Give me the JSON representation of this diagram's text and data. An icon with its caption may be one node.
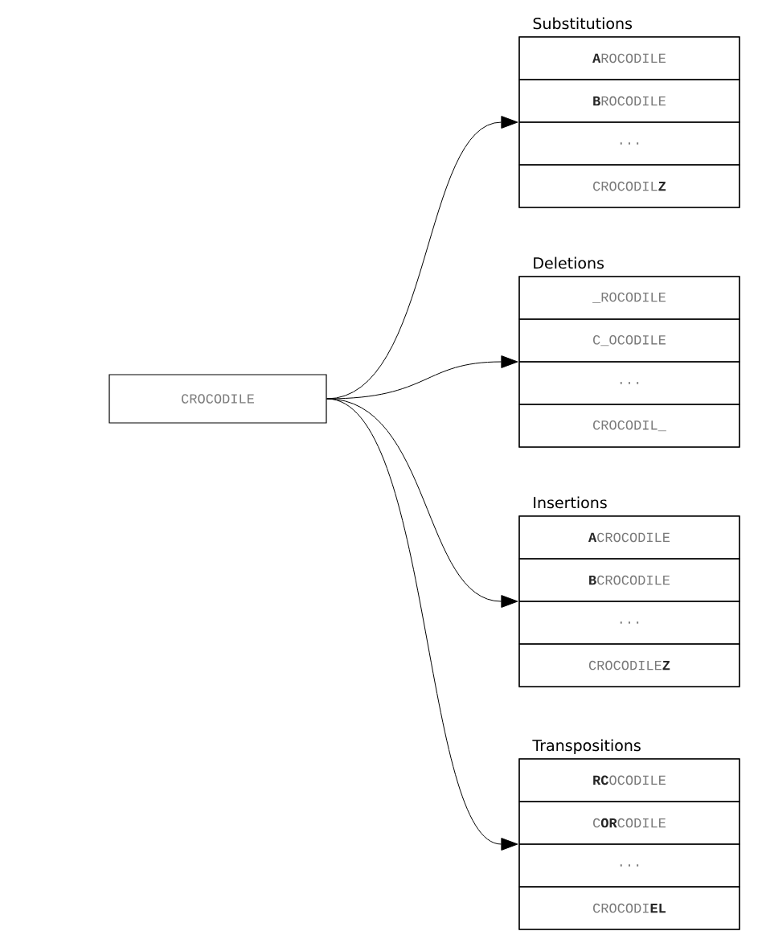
{
  "diagram": {
    "nodes": [
      {
        "text": [
          "CROCODILE"
        ]
      },
      {
        "text": [
          "Substitutions"
        ]
      },
      {
        "text": [
          "**A**ROCODILE"
        ],
        "in": 1
      },
      {
        "text": [
          "**B**ROCODILE"
        ],
        "in": 1
      },
      {
        "text": [
          "..."
        ],
        "in": 1
      },
      {
        "text": [
          "CROCODIL**Z**"
        ],
        "in": 1
      },
      {
        "text": [
          "Deletions"
        ]
      },
      {
        "text": [
          "_ROCODILE"
        ],
        "in": 6
      },
      {
        "text": [
          "C_OCODILE"
        ],
        "in": 6
      },
      {
        "text": [
          "..."
        ],
        "in": 6
      },
      {
        "text": [
          "CROCODIL_"
        ],
        "in": 6
      },
      {
        "text": [
          "Insertions"
        ]
      },
      {
        "text": [
          "**A**CROCODILE"
        ],
        "in": 11
      },
      {
        "text": [
          "**B**CROCODILE"
        ],
        "in": 11
      },
      {
        "text": [
          "..."
        ],
        "in": 11
      },
      {
        "text": [
          "CROCODILE**Z**"
        ],
        "in": 11
      },
      {
        "text": [
          "Transpositions"
        ]
      },
      {
        "text": [
          "**RC**OCODILE"
        ],
        "in": 16
      },
      {
        "text": [
          "C**OR**CODILE"
        ],
        "in": 16
      },
      {
        "text": [
          "..."
        ],
        "in": 16
      },
      {
        "text": [
          "CROCODI**EL**"
        ],
        "in": 16
      }
    ],
    "edges": [
      {
        "from": 0,
        "to": 1,
        "arrow": "to"
      },
      {
        "from": 0,
        "to": 6,
        "arrow": "to"
      },
      {
        "from": 0,
        "to": 11,
        "arrow": "to"
      },
      {
        "from": 0,
        "to": 16,
        "arrow": "to"
      }
    ]
  }
}
